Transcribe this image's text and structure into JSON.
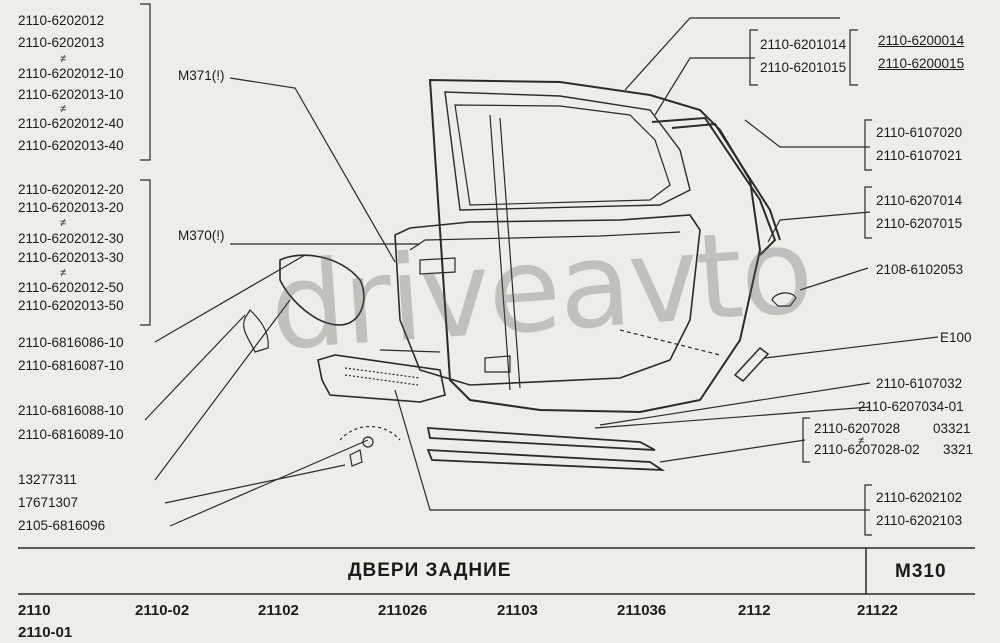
{
  "left_labels": {
    "g1": [
      "2110-6202012",
      "2110-6202013",
      "2110-6202012-10",
      "2110-6202013-10",
      "2110-6202012-40",
      "2110-6202013-40"
    ],
    "g2": [
      "2110-6202012-20",
      "2110-6202013-20",
      "2110-6202012-30",
      "2110-6202013-30",
      "2110-6202012-50",
      "2110-6202013-50"
    ],
    "handles_a": [
      "2110-6816086-10",
      "2110-6816087-10"
    ],
    "handles_b": [
      "2110-6816088-10",
      "2110-6816089-10"
    ],
    "singles": [
      "13277311",
      "17671307",
      "2105-6816096"
    ]
  },
  "m_labels": [
    "М371(!)",
    "М370(!)"
  ],
  "not_equal": "≠",
  "right_labels": {
    "door": [
      "2110-6201014",
      "2110-6201015"
    ],
    "door_alt": [
      "2110-6200014",
      "2110-6200015"
    ],
    "seal": [
      "2110-6107020",
      "2110-6107021"
    ],
    "seal2": [
      "2110-6207014",
      "2110-6207015"
    ],
    "clip": "2108-6102053",
    "e100": "Е100",
    "s1": "2110-6107032",
    "s2": "2110-6207034-01",
    "s3a": "2110-6207028",
    "s3a_code": "03321",
    "s3b": "2110-6207028-02",
    "s3b_code": "3321",
    "trim": [
      "2110-6202102",
      "2110-6202103"
    ]
  },
  "watermark": "driveavto",
  "footer": {
    "title": "ДВЕРИ ЗАДНИЕ",
    "code": "М310",
    "models": [
      "2110",
      "2110-02",
      "21102",
      "211026",
      "21103",
      "211036",
      "2112",
      "21122"
    ],
    "model_extra": "2110-01"
  }
}
